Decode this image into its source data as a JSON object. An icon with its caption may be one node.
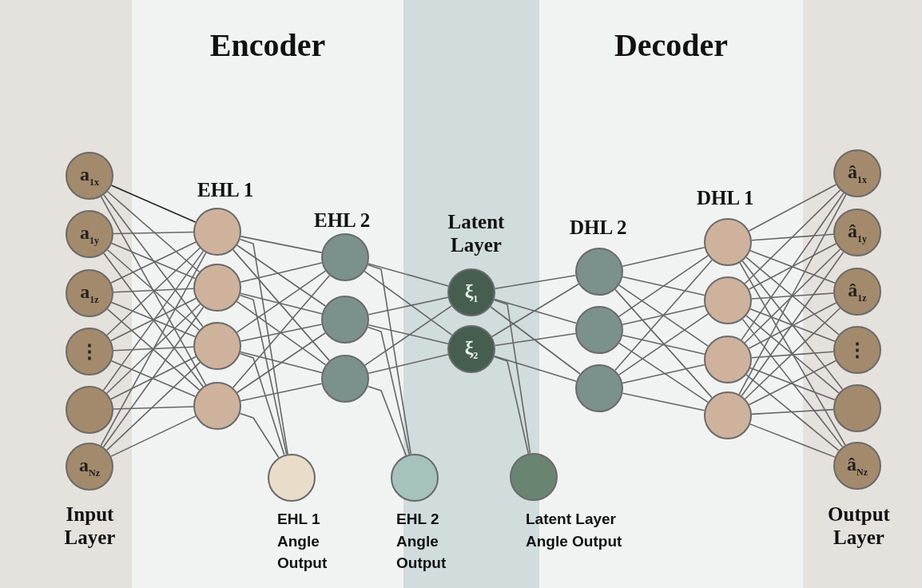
{
  "diagram": {
    "nodes": [
      {
        "text": [
          "Input Layer"
        ]
      },
      {
        "text": [
          "Encoder"
        ]
      },
      {
        "text": [
          "Latent Layer"
        ]
      },
      {
        "text": [
          "Decoder"
        ]
      },
      {
        "text": [
          "Output Layer"
        ]
      },
      {
        "text": [
          "a$_{1x}$"
        ],
        "in": 0
      },
      {
        "text": [
          "a$_{1y}$"
        ],
        "in": 0
      },
      {
        "text": [
          "a$_{1z}$"
        ],
        "in": 0
      },
      {
        "text": [
          "⋮"
        ],
        "in": 0
      },
      {
        "text": [],
        "shape": "circle",
        "in": 0
      },
      {
        "text": [
          "a$_{Nz}$"
        ],
        "in": 0
      },
      {
        "text": [],
        "shape": "circle",
        "in": 1
      },
      {
        "text": [],
        "shape": "circle",
        "in": 1
      },
      {
        "text": [],
        "shape": "circle",
        "in": 1
      },
      {
        "text": [],
        "shape": "circle",
        "in": 1
      },
      {
        "text": [],
        "shape": "circle",
        "in": 1
      },
      {
        "text": [],
        "shape": "circle",
        "in": 1
      },
      {
        "text": [],
        "shape": "circle",
        "in": 1
      },
      {
        "text": [
          "ξ$_{1}$"
        ],
        "in": 2
      },
      {
        "text": [
          "ξ$_{2}$"
        ],
        "in": 2
      },
      {
        "text": [],
        "shape": "circle",
        "in": 1,
        "beside": [
          "EHL 1 Angle Output"
        ]
      },
      {
        "text": [],
        "shape": "circle",
        "beside": [
          "EHL 2 Angle Output"
        ]
      },
      {
        "text": [],
        "shape": "circle",
        "beside": [
          "Latent Layer Angle Output"
        ]
      },
      {
        "text": [],
        "shape": "circle",
        "in": 3
      },
      {
        "text": [],
        "shape": "circle",
        "in": 3
      },
      {
        "text": [],
        "shape": "circle",
        "in": 3
      },
      {
        "text": [],
        "shape": "circle",
        "in": 3
      },
      {
        "text": [],
        "shape": "circle",
        "in": 3
      },
      {
        "text": [],
        "shape": "circle",
        "in": 3
      },
      {
        "text": [],
        "shape": "circle",
        "in": 3
      },
      {
        "text": [
          "â$_{1x}$"
        ],
        "in": 4
      },
      {
        "text": [
          "â$_{1y}$"
        ],
        "in": 4
      },
      {
        "text": [
          "â$_{1z}$"
        ],
        "in": 4
      },
      {
        "text": [
          "⋮"
        ],
        "in": 4
      },
      {
        "text": [],
        "shape": "circle",
        "in": 4
      },
      {
        "text": [
          "â$_{Nz}$"
        ],
        "in": 4
      }
    ],
    "edges": [
      {
        "from": 5,
        "to": 11,
        "arrow": "none",
        "color": "#222222"
      },
      {
        "from": 5,
        "to": 12,
        "arrow": "none"
      },
      {
        "from": 5,
        "to": 13,
        "arrow": "none"
      },
      {
        "from": 5,
        "to": 14,
        "arrow": "none"
      },
      {
        "from": 6,
        "to": 11,
        "arrow": "none"
      },
      {
        "from": 6,
        "to": 12,
        "arrow": "none"
      },
      {
        "from": 6,
        "to": 13,
        "arrow": "none"
      },
      {
        "from": 6,
        "to": 14,
        "arrow": "none"
      },
      {
        "from": 7,
        "to": 11,
        "arrow": "none"
      },
      {
        "from": 7,
        "to": 12,
        "arrow": "none"
      },
      {
        "from": 7,
        "to": 13,
        "arrow": "none"
      },
      {
        "from": 7,
        "to": 14,
        "arrow": "none"
      },
      {
        "from": 8,
        "to": 11,
        "arrow": "none"
      },
      {
        "from": 8,
        "to": 12,
        "arrow": "none"
      },
      {
        "from": 8,
        "to": 13,
        "arrow": "none"
      },
      {
        "from": 8,
        "to": 14,
        "arrow": "none"
      },
      {
        "from": 9,
        "to": 11,
        "arrow": "none"
      },
      {
        "from": 9,
        "to": 12,
        "arrow": "none"
      },
      {
        "from": 9,
        "to": 13,
        "arrow": "none"
      },
      {
        "from": 9,
        "to": 14,
        "arrow": "none"
      },
      {
        "from": 10,
        "to": 11,
        "arrow": "none"
      },
      {
        "from": 10,
        "to": 12,
        "arrow": "none"
      },
      {
        "from": 10,
        "to": 13,
        "arrow": "none"
      },
      {
        "from": 10,
        "to": 14,
        "arrow": "none"
      },
      {
        "from": 11,
        "to": 15,
        "arrow": "none"
      },
      {
        "from": 11,
        "to": 16,
        "arrow": "none"
      },
      {
        "from": 11,
        "to": 17,
        "arrow": "none"
      },
      {
        "from": 12,
        "to": 15,
        "arrow": "none"
      },
      {
        "from": 12,
        "to": 16,
        "arrow": "none"
      },
      {
        "from": 12,
        "to": 17,
        "arrow": "none"
      },
      {
        "from": 13,
        "to": 15,
        "arrow": "none"
      },
      {
        "from": 13,
        "to": 16,
        "arrow": "none"
      },
      {
        "from": 13,
        "to": 17,
        "arrow": "none"
      },
      {
        "from": 14,
        "to": 15,
        "arrow": "none"
      },
      {
        "from": 14,
        "to": 16,
        "arrow": "none"
      },
      {
        "from": 14,
        "to": 17,
        "arrow": "none"
      },
      {
        "from": 11,
        "to": 20,
        "arrow": "none"
      },
      {
        "from": 12,
        "to": 20,
        "arrow": "none"
      },
      {
        "from": 13,
        "to": 20,
        "arrow": "none"
      },
      {
        "from": 14,
        "to": 20,
        "arrow": "none"
      },
      {
        "from": 15,
        "to": 18,
        "arrow": "none"
      },
      {
        "from": 15,
        "to": 19,
        "arrow": "none"
      },
      {
        "from": 16,
        "to": 18,
        "arrow": "none"
      },
      {
        "from": 16,
        "to": 19,
        "arrow": "none"
      },
      {
        "from": 17,
        "to": 18,
        "arrow": "none"
      },
      {
        "from": 17,
        "to": 19,
        "arrow": "none"
      },
      {
        "from": 15,
        "to": 21,
        "arrow": "none"
      },
      {
        "from": 16,
        "to": 21,
        "arrow": "none"
      },
      {
        "from": 17,
        "to": 21,
        "arrow": "none"
      },
      {
        "from": 18,
        "to": 23,
        "arrow": "none"
      },
      {
        "from": 18,
        "to": 24,
        "arrow": "none"
      },
      {
        "from": 18,
        "to": 25,
        "arrow": "none"
      },
      {
        "from": 19,
        "to": 23,
        "arrow": "none"
      },
      {
        "from": 19,
        "to": 24,
        "arrow": "none"
      },
      {
        "from": 19,
        "to": 25,
        "arrow": "none"
      },
      {
        "from": 18,
        "to": 22,
        "arrow": "none"
      },
      {
        "from": 19,
        "to": 22,
        "arrow": "none"
      },
      {
        "from": 23,
        "to": 26,
        "arrow": "none"
      },
      {
        "from": 23,
        "to": 27,
        "arrow": "none"
      },
      {
        "from": 23,
        "to": 28,
        "arrow": "none"
      },
      {
        "from": 23,
        "to": 29,
        "arrow": "none"
      },
      {
        "from": 24,
        "to": 26,
        "arrow": "none"
      },
      {
        "from": 24,
        "to": 27,
        "arrow": "none"
      },
      {
        "from": 24,
        "to": 28,
        "arrow": "none"
      },
      {
        "from": 24,
        "to": 29,
        "arrow": "none"
      },
      {
        "from": 25,
        "to": 26,
        "arrow": "none"
      },
      {
        "from": 25,
        "to": 27,
        "arrow": "none"
      },
      {
        "from": 25,
        "to": 28,
        "arrow": "none"
      },
      {
        "from": 25,
        "to": 29,
        "arrow": "none"
      },
      {
        "from": 26,
        "to": 30,
        "arrow": "none"
      },
      {
        "from": 26,
        "to": 31,
        "arrow": "none"
      },
      {
        "from": 26,
        "to": 32,
        "arrow": "none"
      },
      {
        "from": 26,
        "to": 33,
        "arrow": "none"
      },
      {
        "from": 26,
        "to": 34,
        "arrow": "none"
      },
      {
        "from": 26,
        "to": 35,
        "arrow": "none"
      },
      {
        "from": 27,
        "to": 30,
        "arrow": "none"
      },
      {
        "from": 27,
        "to": 31,
        "arrow": "none"
      },
      {
        "from": 27,
        "to": 32,
        "arrow": "none"
      },
      {
        "from": 27,
        "to": 33,
        "arrow": "none"
      },
      {
        "from": 27,
        "to": 34,
        "arrow": "none"
      },
      {
        "from": 27,
        "to": 35,
        "arrow": "none"
      },
      {
        "from": 28,
        "to": 30,
        "arrow": "none"
      },
      {
        "from": 28,
        "to": 31,
        "arrow": "none"
      },
      {
        "from": 28,
        "to": 32,
        "arrow": "none"
      },
      {
        "from": 28,
        "to": 33,
        "arrow": "none"
      },
      {
        "from": 28,
        "to": 34,
        "arrow": "none"
      },
      {
        "from": 28,
        "to": 35,
        "arrow": "none"
      },
      {
        "from": 29,
        "to": 30,
        "arrow": "none"
      },
      {
        "from": 29,
        "to": 31,
        "arrow": "none"
      },
      {
        "from": 29,
        "to": 32,
        "arrow": "none"
      },
      {
        "from": 29,
        "to": 33,
        "arrow": "none"
      },
      {
        "from": 29,
        "to": 34,
        "arrow": "none"
      },
      {
        "from": 29,
        "to": 35,
        "arrow": "none"
      }
    ],
    "labels": [
      "EHL 1",
      "EHL 2",
      "DHL 2",
      "DHL 1"
    ]
  }
}
